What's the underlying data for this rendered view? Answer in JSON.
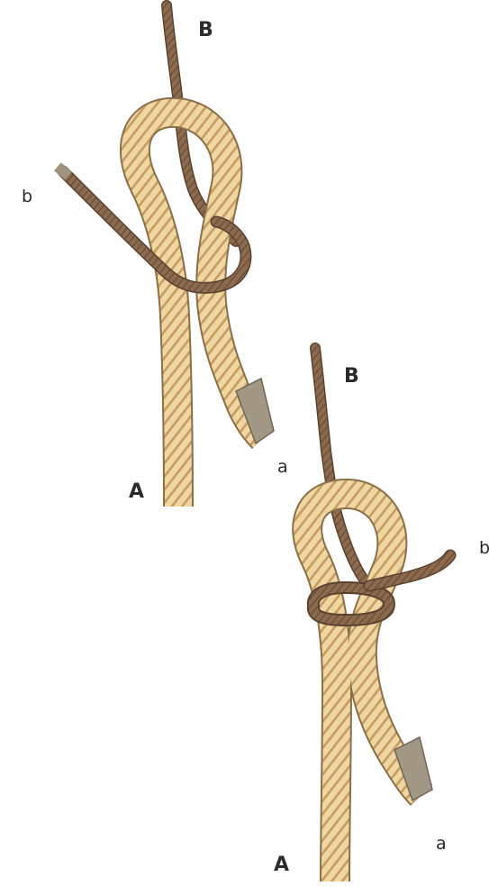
{
  "colors": {
    "thick_rope": "#f0d6a0",
    "thick_rope_twist": "#c59c63",
    "thick_rope_outline": "#8a7048",
    "thin_rope": "#8b6a4e",
    "thin_rope_dark": "#5a4230",
    "whipping": "#a39885",
    "label": "#2b2b2b"
  },
  "figures": [
    {
      "name": "step-1",
      "labels": {
        "B": "B",
        "b": "b",
        "a": "a",
        "A": "A"
      }
    },
    {
      "name": "step-2",
      "labels": {
        "B": "B",
        "b": "b",
        "a": "a",
        "A": "A"
      }
    }
  ]
}
